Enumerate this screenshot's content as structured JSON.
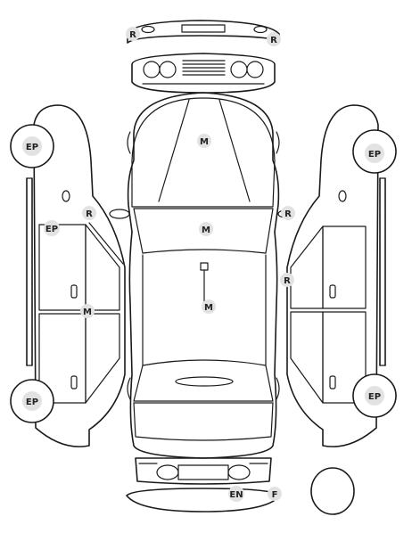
{
  "colors": {
    "line": "#1a1a1a",
    "badge_fill": "#e2e2e2",
    "badge_text": "#222222",
    "background": "#ffffff"
  },
  "markers": {
    "rear_bumper_left": "R",
    "rear_bumper_right": "R",
    "roof_rear": "M",
    "roof_front": "M",
    "hood": "M",
    "left_rear_wheel": "EP",
    "left_front_wheel": "EP",
    "left_rear_quarter": "R",
    "left_sill": "EP",
    "left_pillar": "M",
    "right_rear_quarter": "R",
    "right_door": "R",
    "right_rear_wheel": "EP",
    "right_front_wheel": "EP",
    "front_bumper_engine": "EN",
    "front_bumper_f": "F"
  }
}
